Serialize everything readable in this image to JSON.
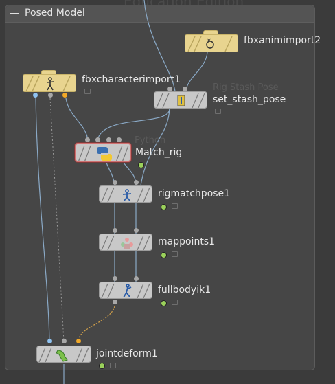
{
  "watermark": "Education Edition",
  "network_box": {
    "title": "Posed Model"
  },
  "nodes": {
    "fbxanimimport2": {
      "label": "fbxanimimport2"
    },
    "fbxcharacterimport1": {
      "label": "fbxcharacterimport1"
    },
    "set_stash_pose": {
      "label": "set_stash_pose",
      "type_hint": "Rig Stash Pose"
    },
    "match_rig": {
      "label": "Match_rig",
      "type_hint": "Python"
    },
    "rigmatchpose1": {
      "label": "rigmatchpose1"
    },
    "mappoints1": {
      "label": "mappoints1"
    },
    "fullbodyik1": {
      "label": "fullbodyik1"
    },
    "jointdeform1": {
      "label": "jointdeform1"
    }
  },
  "colors": {
    "node_body": "#c8c8c8",
    "folder_node": "#e8d48f",
    "wire": "#8aa9c6",
    "port_blue": "#8fc2f0",
    "port_orange": "#f0a828",
    "flag_green": "#9ad05b",
    "selected_outline": "#d07070"
  },
  "icons": {
    "fbxanimimport2": "fbx-anim-icon",
    "fbxcharacterimport1": "fbx-character-icon",
    "set_stash_pose": "stash-pose-icon",
    "match_rig": "python-icon",
    "rigmatchpose1": "rig-match-icon",
    "mappoints1": "map-points-icon",
    "fullbodyik1": "full-body-ik-icon",
    "jointdeform1": "joint-deform-icon"
  }
}
